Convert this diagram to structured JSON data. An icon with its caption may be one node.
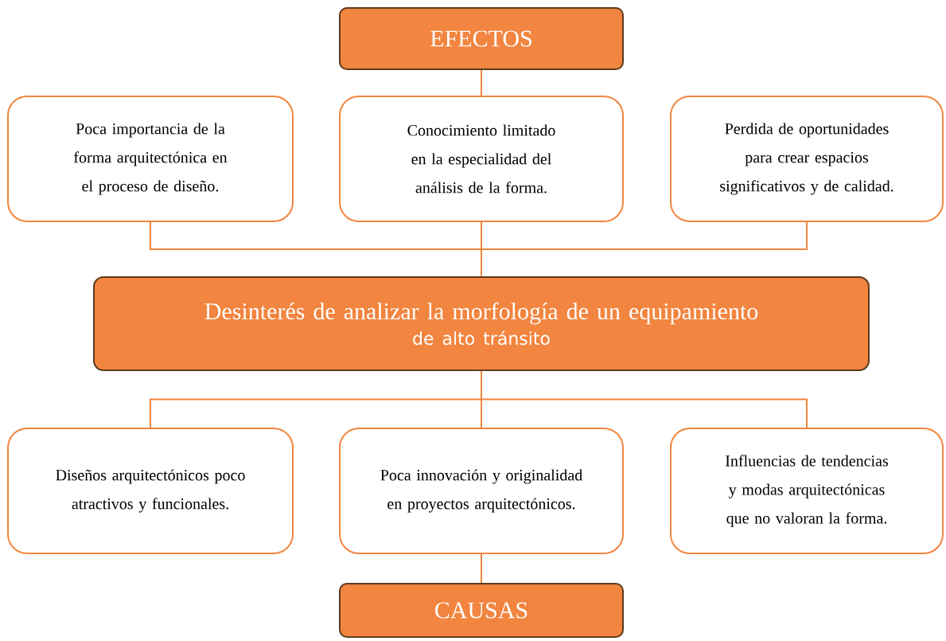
{
  "diagram": {
    "nodes": [
      {
        "text": [
          "EFECTOS"
        ]
      },
      {
        "text": [
          "Poca importancia de la forma arquitectónica en el proceso de diseño."
        ]
      },
      {
        "text": [
          "Conocimiento limitado en la especialidad del análisis de la forma."
        ]
      },
      {
        "text": [
          "Perdida de oportunidades para crear espacios significativos y de calidad."
        ]
      },
      {
        "text": [
          "Desinterés de analizar la morfología de un equipamiento",
          "de alto tránsito"
        ]
      },
      {
        "text": [
          "Diseños arquitectónicos poco atractivos y funcionales."
        ]
      },
      {
        "text": [
          "Poca innovación y originalidad en proyectos arquitectónicos."
        ]
      },
      {
        "text": [
          "Influencias de tendencias y modas arquitectónicas que no valoran la forma."
        ]
      },
      {
        "text": [
          "CAUSAS"
        ]
      }
    ],
    "edges": [
      {
        "from": 0,
        "to": 2,
        "arrow": "none"
      },
      {
        "from": 1,
        "to": 4,
        "arrow": "none"
      },
      {
        "from": 2,
        "to": 4,
        "arrow": "none"
      },
      {
        "from": 3,
        "to": 4,
        "arrow": "none"
      },
      {
        "from": 4,
        "to": 5,
        "arrow": "none"
      },
      {
        "from": 4,
        "to": 6,
        "arrow": "none"
      },
      {
        "from": 4,
        "to": 7,
        "arrow": "none"
      },
      {
        "from": 6,
        "to": 8,
        "arrow": "none"
      }
    ]
  }
}
